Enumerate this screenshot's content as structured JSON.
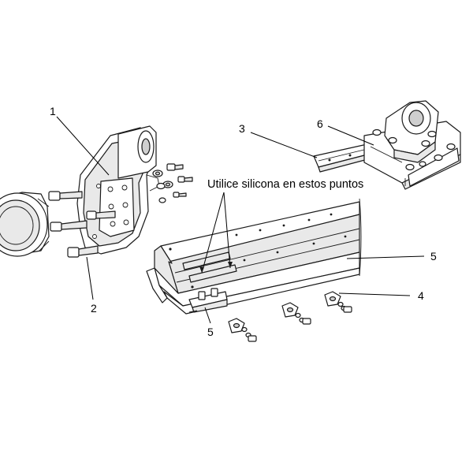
{
  "note": "Utilice silicona en estos puntos",
  "callouts": {
    "c1": "1",
    "c2": "2",
    "c3": "3",
    "c4": "4",
    "c5a": "5",
    "c5b": "5",
    "c6": "6"
  }
}
